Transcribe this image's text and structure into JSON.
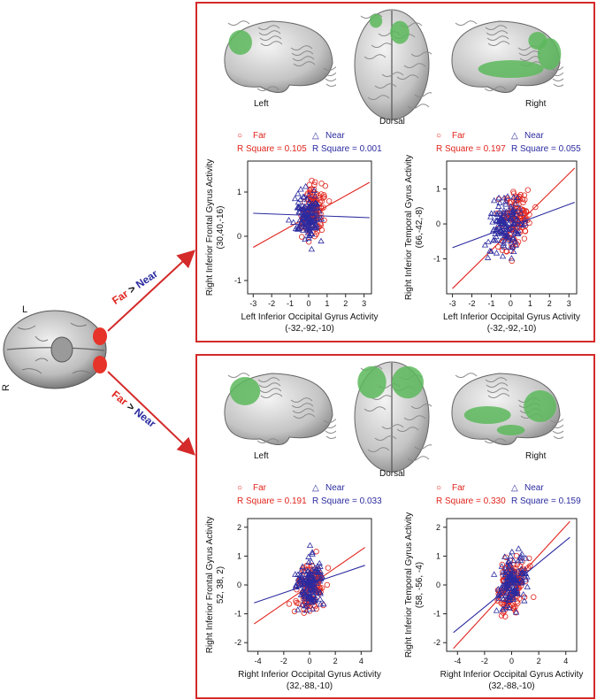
{
  "figure": {
    "small_brain": {
      "label_L": "L",
      "label_R": "R"
    },
    "arrows": [
      {
        "far": "Far",
        "gt": ">",
        "near": "Near"
      },
      {
        "far": "Far",
        "gt": ">",
        "near": "Near"
      }
    ],
    "panels": [
      {
        "view_labels": {
          "left": "Left",
          "dorsal": "Dorsal",
          "right": "Right"
        },
        "plots": [
          {
            "legend_far": "Far",
            "legend_near": "Near",
            "rsq_far": "R Square = 0.105",
            "rsq_near": "R Square = 0.001",
            "ylabel_1": "Right Inferior Frontal Gyrus Activity",
            "ylabel_2": "(30,40,-16)",
            "xlabel_1": "Left Inferior Occipital Gyrus  Activity",
            "xlabel_2": "(-32,-92,-10)"
          },
          {
            "legend_far": "Far",
            "legend_near": "Near",
            "rsq_far": "R Square = 0.197",
            "rsq_near": "R Square = 0.055",
            "ylabel_1": "Right Inferior Temporal Gyrus Activity",
            "ylabel_2": "(66,-42,-8)",
            "xlabel_1": "Left Inferior Occipital Gyrus  Activity",
            "xlabel_2": "(-32,-92,-10)"
          }
        ]
      },
      {
        "view_labels": {
          "left": "Left",
          "dorsal": "Dorsal",
          "right": "Right"
        },
        "plots": [
          {
            "legend_far": "Far",
            "legend_near": "Near",
            "rsq_far": "R Square = 0.191",
            "rsq_near": "R Square = 0.033",
            "ylabel_1": "Right Inferior Frontal Gyrus Activity",
            "ylabel_2": "52, 38, 2)",
            "xlabel_1": "Right Inferior Occipital Gyrus Activity",
            "xlabel_2": "(32,-88,-10)"
          },
          {
            "legend_far": "Far",
            "legend_near": "Near",
            "rsq_far": "R Square = 0.330",
            "rsq_near": "R Square = 0.159",
            "ylabel_1": "Right Inferior Temporal Gyrus Activity",
            "ylabel_2": "(58, -56, -4)",
            "xlabel_1": "Right Inferior Occipital Gyrus Activity",
            "xlabel_2": "(32,-88,-10)"
          }
        ]
      }
    ]
  },
  "colors": {
    "far": "#e0241c",
    "near": "#2b2ba0",
    "frame": "#d42a2a",
    "activation_far": "#e6342a",
    "activation_near": "#5cb85c"
  },
  "chart_data": [
    {
      "type": "scatter",
      "xlim": [
        -3.3,
        3.4
      ],
      "ylim": [
        -1.3,
        1.7
      ],
      "xticks": [
        "-3",
        "-2",
        "-1",
        "0",
        "1",
        "2",
        "3"
      ],
      "yticks": [
        "-1",
        "0",
        "1"
      ],
      "series": [
        {
          "name": "Far",
          "marker": "circle",
          "fit": [
            [
              -3.0,
              -0.25
            ],
            [
              3.3,
              1.22
            ]
          ],
          "center": [
            0.2,
            0.55
          ],
          "spread": [
            0.5,
            0.4
          ],
          "r_square": 0.105
        },
        {
          "name": "Near",
          "marker": "triangle",
          "fit": [
            [
              -3.0,
              0.52
            ],
            [
              3.3,
              0.42
            ]
          ],
          "center": [
            -0.1,
            0.45
          ],
          "spread": [
            0.55,
            0.35
          ],
          "r_square": 0.001
        }
      ]
    },
    {
      "type": "scatter",
      "xlim": [
        -3.3,
        3.4
      ],
      "ylim": [
        -2.0,
        1.8
      ],
      "xticks": [
        "-3",
        "-2",
        "-1",
        "0",
        "1",
        "2",
        "3"
      ],
      "yticks": [
        "-1",
        "0",
        "1"
      ],
      "series": [
        {
          "name": "Far",
          "marker": "circle",
          "fit": [
            [
              -3.0,
              -1.85
            ],
            [
              3.3,
              1.6
            ]
          ],
          "center": [
            0.25,
            0.1
          ],
          "spread": [
            0.55,
            0.55
          ],
          "r_square": 0.197
        },
        {
          "name": "Near",
          "marker": "triangle",
          "fit": [
            [
              -3.0,
              -0.68
            ],
            [
              3.3,
              0.62
            ]
          ],
          "center": [
            -0.2,
            -0.05
          ],
          "spread": [
            0.55,
            0.5
          ],
          "r_square": 0.055
        }
      ]
    },
    {
      "type": "scatter",
      "xlim": [
        -4.8,
        4.8
      ],
      "ylim": [
        -2.3,
        2.3
      ],
      "xticks": [
        "-4",
        "-2",
        "0",
        "2",
        "4"
      ],
      "yticks": [
        "-2",
        "-1",
        "0",
        "1",
        "2"
      ],
      "series": [
        {
          "name": "Far",
          "marker": "circle",
          "fit": [
            [
              -4.3,
              -1.35
            ],
            [
              4.3,
              1.3
            ]
          ],
          "center": [
            0.1,
            0.0
          ],
          "spread": [
            0.75,
            0.65
          ],
          "r_square": 0.191
        },
        {
          "name": "Near",
          "marker": "triangle",
          "fit": [
            [
              -4.3,
              -0.62
            ],
            [
              4.3,
              0.68
            ]
          ],
          "center": [
            0.0,
            0.05
          ],
          "spread": [
            0.7,
            0.6
          ],
          "r_square": 0.033
        }
      ]
    },
    {
      "type": "scatter",
      "xlim": [
        -4.8,
        4.8
      ],
      "ylim": [
        -2.3,
        2.3
      ],
      "xticks": [
        "-4",
        "-2",
        "0",
        "2",
        "4"
      ],
      "yticks": [
        "-2",
        "-1",
        "0",
        "1",
        "2"
      ],
      "series": [
        {
          "name": "Far",
          "marker": "circle",
          "fit": [
            [
              -4.3,
              -2.2
            ],
            [
              4.3,
              2.2
            ]
          ],
          "center": [
            0.05,
            -0.1
          ],
          "spread": [
            0.8,
            0.7
          ],
          "r_square": 0.33
        },
        {
          "name": "Near",
          "marker": "triangle",
          "fit": [
            [
              -4.3,
              -1.65
            ],
            [
              4.3,
              1.65
            ]
          ],
          "center": [
            0.0,
            0.1
          ],
          "spread": [
            0.75,
            0.65
          ],
          "r_square": 0.159
        }
      ]
    }
  ]
}
